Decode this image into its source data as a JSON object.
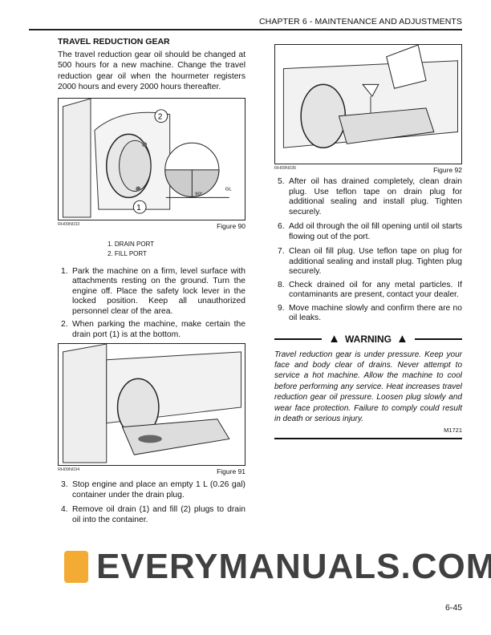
{
  "header": {
    "chapter": "CHAPTER 6 - MAINTENANCE AND ADJUSTMENTS"
  },
  "section": {
    "title": "TRAVEL REDUCTION GEAR",
    "intro": "The travel reduction gear oil should be changed at 500 hours for a new machine. Change the travel reduction gear oil when the hourmeter registers 2000 hours and every 2000 hours thereafter."
  },
  "figures": [
    {
      "code": "RH09N033",
      "label": "Figure 90",
      "callouts": [
        "1",
        "2"
      ],
      "angle": "90°",
      "gl": "GL"
    },
    {
      "code": "RH09N034",
      "label": "Figure 91"
    },
    {
      "code": "RH09N035",
      "label": "Figure 92"
    }
  ],
  "legend": [
    "1. DRAIN PORT",
    "2. FILL PORT"
  ],
  "steps": [
    {
      "n": "1.",
      "t": "Park the machine on a firm, level surface with attachments resting on the ground. Turn the engine off. Place the safety lock lever in the locked position. Keep all unauthorized personnel clear of the area."
    },
    {
      "n": "2.",
      "t": "When parking the machine, make certain the drain port (1) is at the bottom."
    },
    {
      "n": "3.",
      "t": "Stop engine and place an empty 1 L (0.26 gal) container under the drain plug."
    },
    {
      "n": "4.",
      "t": "Remove oil drain (1) and fill (2) plugs to drain oil into the container."
    },
    {
      "n": "5.",
      "t": "After oil has drained completely, clean drain plug. Use teflon tape on drain plug for additional sealing and install plug. Tighten securely."
    },
    {
      "n": "6.",
      "t": "Add oil through the oil fill opening until oil starts flowing out of the port."
    },
    {
      "n": "7.",
      "t": "Clean oil fill plug. Use teflon tape on plug for additional sealing and install plug. Tighten plug securely."
    },
    {
      "n": "8.",
      "t": "Check drained oil for any metal particles. If contaminants are present, contact your dealer."
    },
    {
      "n": "9.",
      "t": "Move machine slowly and confirm there are no oil leaks."
    }
  ],
  "warning": {
    "title": "WARNING",
    "text": "Travel reduction gear is under pressure. Keep your face and body clear of drains. Never attempt to service a hot machine. Allow the machine to cool before performing any service. Heat increases travel reduction gear oil pressure. Loosen plug slowly and wear face protection. Failure to comply could result in death or serious injury.",
    "code": "M1721"
  },
  "watermark": "EVERYMANUALS.COM",
  "page_number": "6-45"
}
